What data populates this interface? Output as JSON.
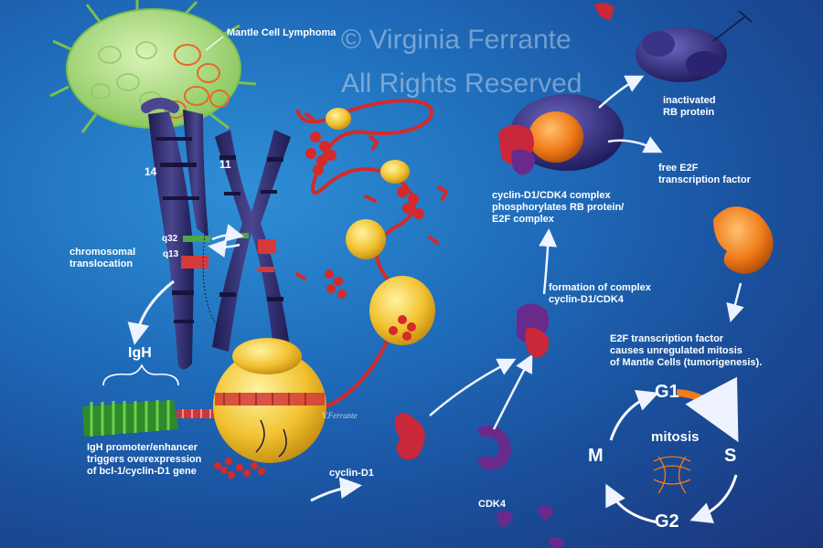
{
  "watermark": {
    "line1": "© Virginia Ferrante",
    "line2": "All Rights Reserved"
  },
  "signature": "V.Ferrante",
  "labels": {
    "mantle_cell": "Mantle Cell Lymphoma",
    "chrom14": "14",
    "chrom11": "11",
    "q32": "q32",
    "q13": "q13",
    "translocation_1": "chromosomal",
    "translocation_2": "translocation",
    "igh": "IgH",
    "promoter_1": "IgH promoter/enhancer",
    "promoter_2": "triggers overexpression",
    "promoter_3": "of bcl-1/cyclin-D1 gene",
    "cyclin_d1": "cyclin-D1",
    "cdk4": "CDK4",
    "formation_1": "formation of complex",
    "formation_2": "cyclin-D1/CDK4",
    "complex_1": "cyclin-D1/CDK4 complex",
    "complex_2": "phosphorylates RB protein/",
    "complex_3": "E2F complex",
    "inactivated_1": "inactivated",
    "inactivated_2": "RB protein",
    "free_1": "free  E2F",
    "free_2": "transcription factor",
    "e2f_1": "E2F  transcription factor",
    "e2f_2": "causes unregulated mitosis",
    "e2f_3": "of Mantle Cells (tumorigenesis)."
  },
  "cell_cycle": {
    "g1": "G1",
    "s": "S",
    "g2": "G2",
    "m": "M",
    "center": "mitosis"
  },
  "colors": {
    "background": "#1f6dbb",
    "chromosome": "#2e2c6e",
    "ribosome": "#f2c230",
    "mrna": "#d42a2a",
    "cyclin": "#c8283a",
    "cdk4": "#6a2a8c",
    "rb": "#2a2470",
    "e2f": "#f07c1a",
    "cell": "#9fd67a"
  }
}
